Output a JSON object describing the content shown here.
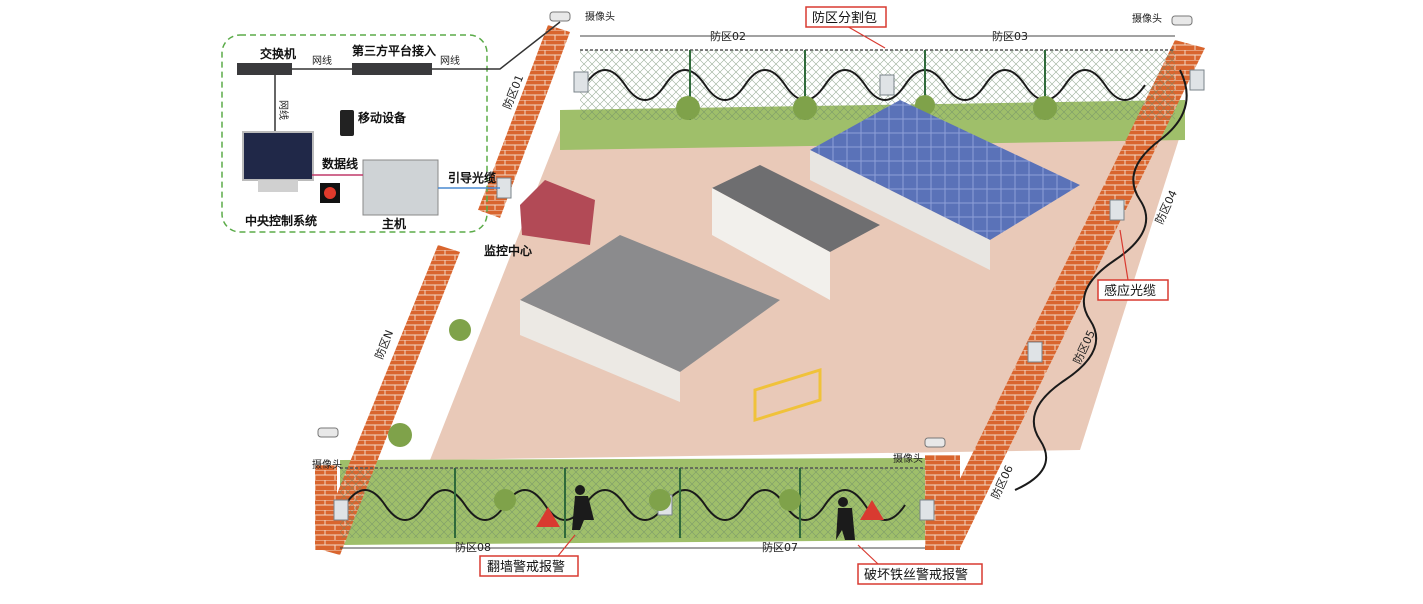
{
  "network": {
    "switch": "交换机",
    "third_party": "第三方平台接入",
    "cable_h": "网线",
    "cable_h2": "网线",
    "cable_v": "网线",
    "mobile": "移动设备",
    "data_cable": "数据线",
    "lead_cable": "引导光缆",
    "host": "主机",
    "central": "中央控制系统"
  },
  "labels": {
    "camera_tl": "摄像头",
    "camera_tr": "摄像头",
    "camera_bl": "摄像头",
    "camera_br": "摄像头",
    "zone01": "防区01",
    "zone02": "防区02",
    "zone03": "防区03",
    "zone04": "防区04",
    "zone05": "防区05",
    "zone06": "防区06",
    "zone07": "防区07",
    "zone08": "防区08",
    "zoneN": "防区N",
    "monitor_center": "监控中心"
  },
  "callouts": {
    "splitter": "防区分割包",
    "sensing_cable": "感应光缆",
    "climb_alarm": "翻墙警戒报警",
    "cut_alarm": "破坏铁丝警戒报警"
  },
  "colors": {
    "brick": "#d9652e",
    "ground": "#e9c9b8",
    "grass": "#9fbf6a",
    "callout_border": "#d93a30",
    "dashed_box": "#5bab49"
  }
}
